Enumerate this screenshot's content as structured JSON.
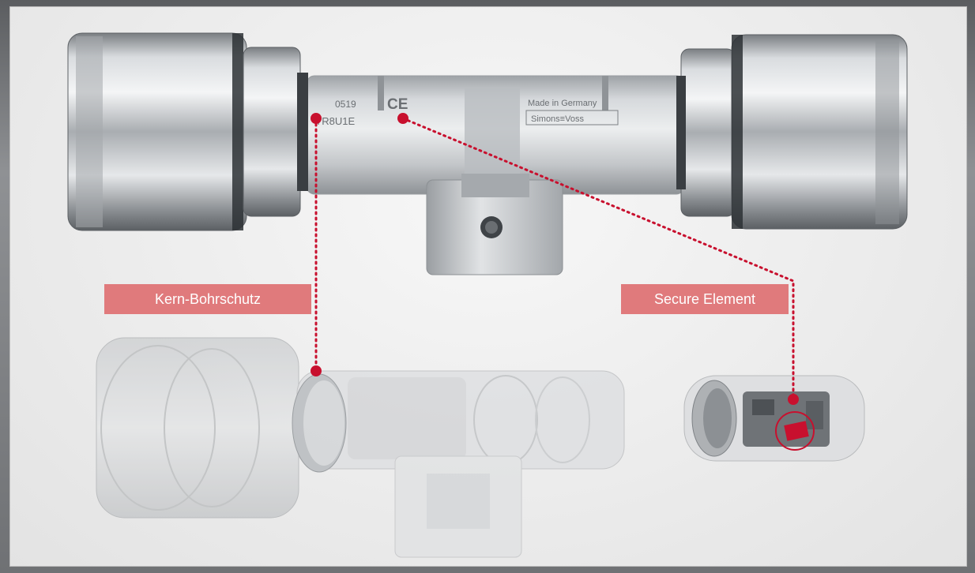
{
  "callouts": {
    "core_drill_protection": "Kern-Bohrschutz",
    "secure_element": "Secure Element"
  },
  "engraving": {
    "code_top": "0519",
    "code_bottom": "7R8U1E",
    "ce_mark": "CE",
    "made_in": "Made in Germany",
    "brand": "Simons≡Voss"
  },
  "colors": {
    "accent": "#e07a7c",
    "marker": "#c8102e",
    "metal_light": "#dfe2e4",
    "metal_dark": "#5c6064"
  }
}
